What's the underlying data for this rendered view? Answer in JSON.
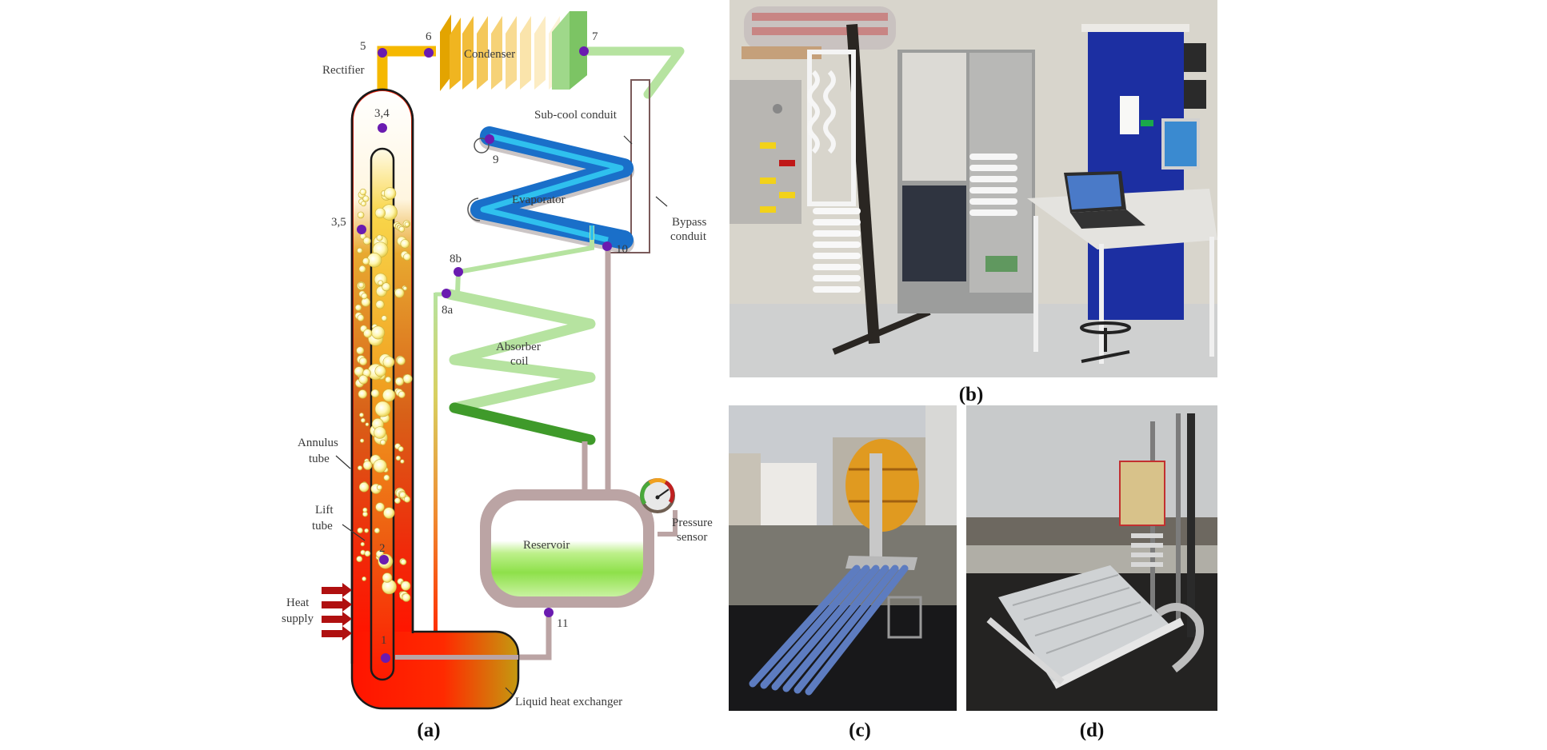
{
  "figure": {
    "panels": [
      {
        "id": "a",
        "caption": "(a)",
        "kind": "schematic"
      },
      {
        "id": "b",
        "caption": "(b)",
        "kind": "photo",
        "description": "Indoor laboratory test rig with white coiled tubing, stainless steel valve panel, laptop on white workbench and blue door"
      },
      {
        "id": "c",
        "caption": "(c)",
        "kind": "photo",
        "description": "Rooftop prototype with blue evacuated-tube solar collector and orange reservoir"
      },
      {
        "id": "d",
        "caption": "(d)",
        "kind": "photo",
        "description": "Rooftop prototype with silver parabolic trough collector and framed tower"
      }
    ]
  },
  "schematic": {
    "components": {
      "rectifier": "Rectifier",
      "condenser": "Condenser",
      "subcool": "Sub-cool conduit",
      "evaporator": "Evaporator",
      "bypass_line1": "Bypass",
      "bypass_line2": "conduit",
      "absorber_line1": "Absorber",
      "absorber_line2": "coil",
      "annulus_line1": "Annulus",
      "annulus_line2": "tube",
      "lift_line1": "Lift",
      "lift_line2": "tube",
      "heat_line1": "Heat",
      "heat_line2": "supply",
      "reservoir": "Reservoir",
      "pressure_line1": "Pressure",
      "pressure_line2": "sensor",
      "lhx": "Liquid heat exchanger"
    },
    "state_points": {
      "p1": "1",
      "p2": "2",
      "p34": "3,4",
      "p35": "3,5",
      "p5": "5",
      "p6": "6",
      "p7": "7",
      "p8a": "8a",
      "p8b": "8b",
      "p9": "9",
      "p10": "10",
      "p11": "11"
    },
    "colors": {
      "state_point": "#6a1bb0",
      "rectifier_pipe": "#f5b800",
      "evaporator_outer": "#1a6fc9",
      "evaporator_inner": "#2fc0ee",
      "absorber_light": "#b6e3a0",
      "absorber_dark": "#3f9a2a",
      "return_pipe": "#bba4a4",
      "heat_arrow": "#b01010",
      "reservoir_liquid": "#8ee04a"
    }
  }
}
